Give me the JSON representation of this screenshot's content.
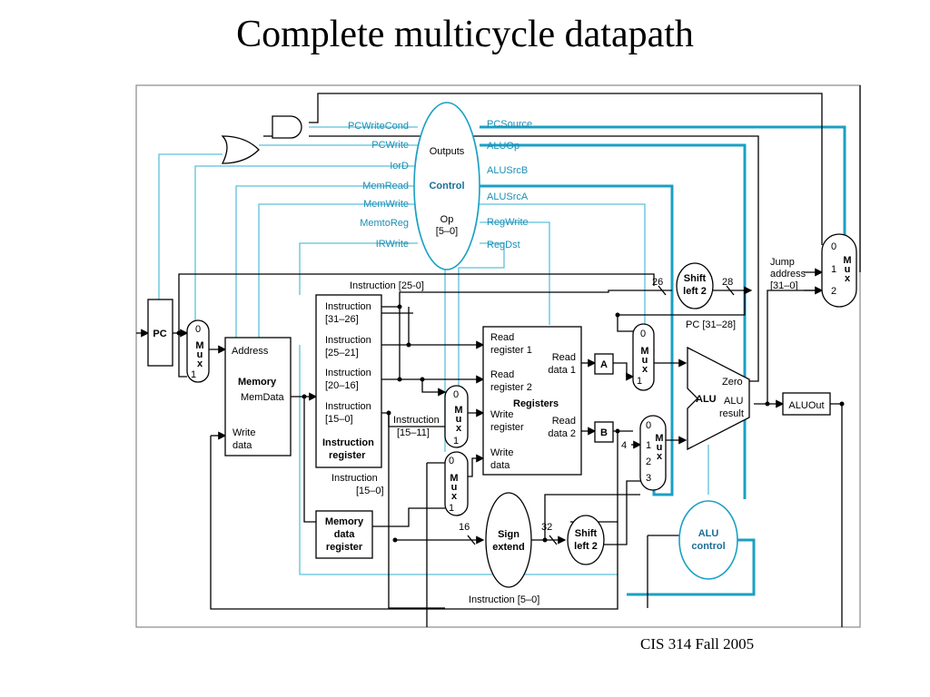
{
  "slide": {
    "title": "Complete multicycle datapath",
    "footer": "CIS 314 Fall 2005"
  },
  "control": {
    "outputs_label": "Outputs",
    "name": "Control",
    "op_label": "Op",
    "op_bits": "[5–0]",
    "left_signals": [
      "PCWriteCond",
      "PCWrite",
      "IorD",
      "MemRead",
      "MemWrite",
      "MemtoReg",
      "IRWrite"
    ],
    "right_signals": [
      "PCSource",
      "ALUOp",
      "ALUSrcB",
      "ALUSrcA",
      "RegWrite",
      "RegDst"
    ]
  },
  "blocks": {
    "pc": "PC",
    "mux_letters": "M u x",
    "memory": {
      "address": "Address",
      "name": "Memory",
      "memdata": "MemData",
      "write_data_1": "Write",
      "write_data_2": "data"
    },
    "instruction_register": {
      "f1a": "Instruction",
      "f1b": "[31–26]",
      "f2a": "Instruction",
      "f2b": "[25–21]",
      "f3a": "Instruction",
      "f3b": "[20–16]",
      "f4a": "Instruction",
      "f4b": "[15–0]",
      "name1": "Instruction",
      "name2": "register"
    },
    "mdr": {
      "l1": "Memory",
      "l2": "data",
      "l3": "register"
    },
    "registers": {
      "rr1a": "Read",
      "rr1b": "register 1",
      "rr2a": "Read",
      "rr2b": "register 2",
      "name": "Registers",
      "wra": "Write",
      "wrb": "register",
      "wda": "Write",
      "wdb": "data",
      "rd1a": "Read",
      "rd1b": "data 1",
      "rd2a": "Read",
      "rd2b": "data 2"
    },
    "a": "A",
    "b": "B",
    "alu": {
      "name": "ALU",
      "zero": "Zero",
      "result1": "ALU",
      "result2": "result"
    },
    "aluout": "ALUOut",
    "sign_extend": {
      "l1": "Sign",
      "l2": "extend"
    },
    "shift_left_2": {
      "l1": "Shift",
      "l2": "left 2"
    },
    "alu_control": {
      "l1": "ALU",
      "l2": "control"
    },
    "jump_address": {
      "l1": "Jump",
      "l2": "address",
      "l3": "[31–0]"
    }
  },
  "labels": {
    "instr_25_0": "Instruction [25-0]",
    "instr_15_11_a": "Instruction",
    "instr_15_11_b": "[15–11]",
    "instr_15_0_a": "Instruction",
    "instr_15_0_b": "[15–0]",
    "instr_5_0": "Instruction [5–0]",
    "pc_31_28": "PC [31–28]",
    "w26": "26",
    "w28": "28",
    "w16": "16",
    "w32": "32",
    "const4": "4"
  },
  "mux_inputs": {
    "pc_mux": [
      "0",
      "1"
    ],
    "wr_mux": [
      "0",
      "1"
    ],
    "wd_mux": [
      "0",
      "1"
    ],
    "alusrca_mux": [
      "0",
      "1"
    ],
    "alusrcb_mux": [
      "0",
      "1",
      "2",
      "3"
    ],
    "pcsrc_mux": [
      "0",
      "1",
      "2"
    ]
  },
  "colors": {
    "control_line": "#5cc0db",
    "control_bus": "#1aa0c4",
    "data_line": "#000000"
  }
}
